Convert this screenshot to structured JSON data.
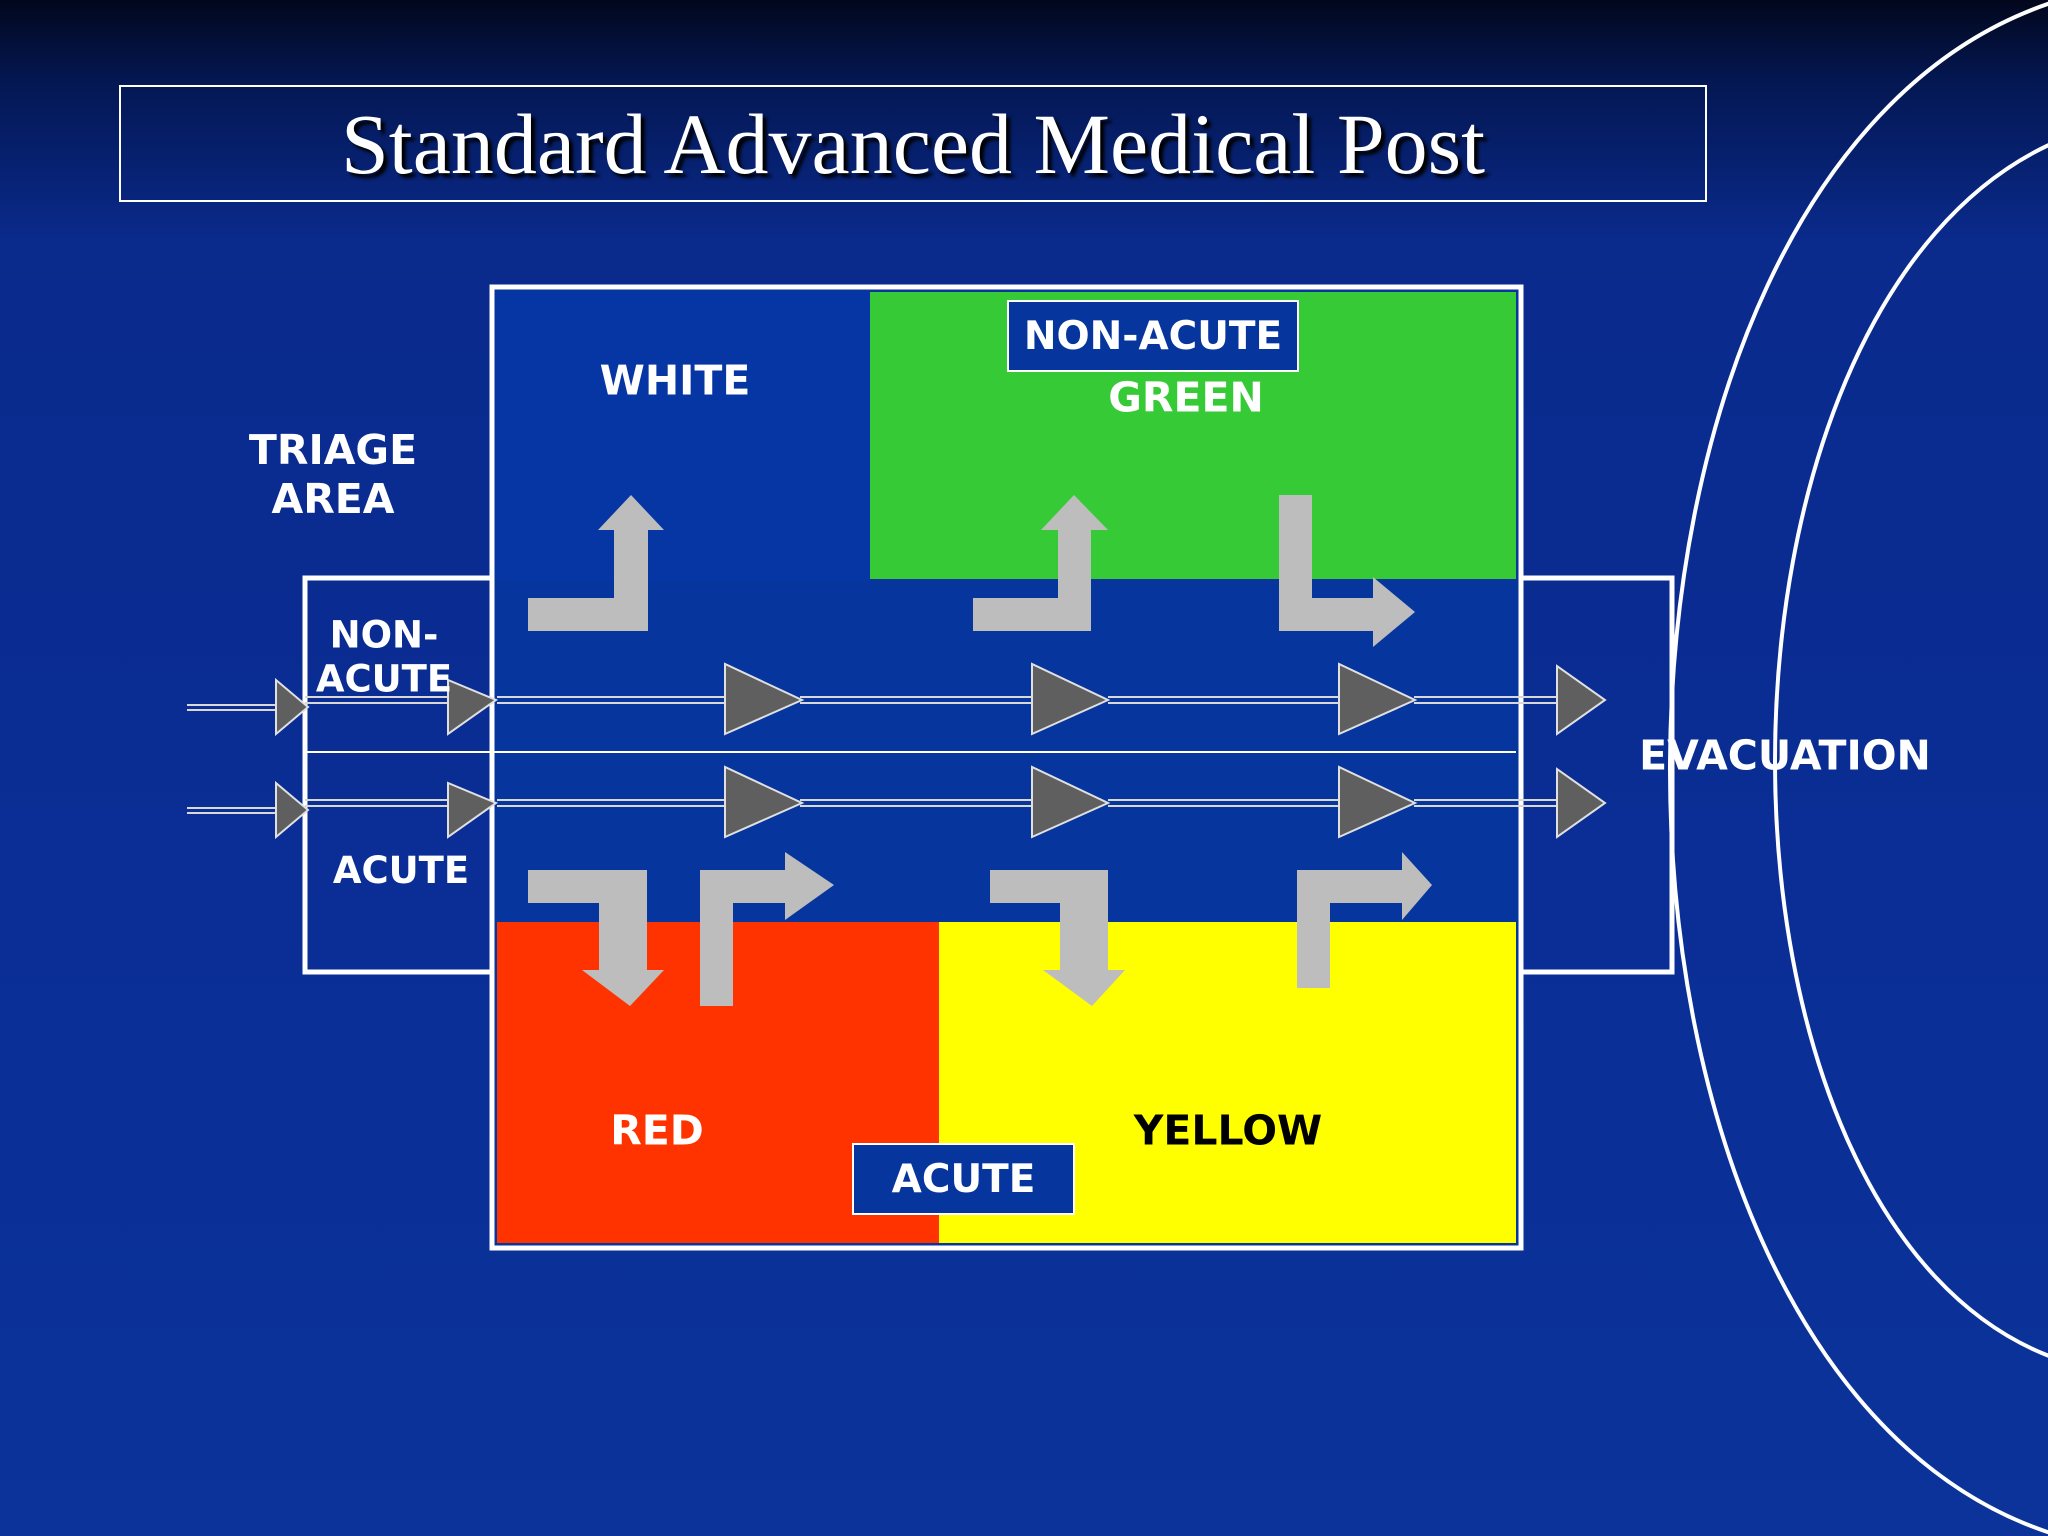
{
  "title": "Standard Advanced Medical Post",
  "triage": {
    "label_line1": "TRIAGE",
    "label_line2": "AREA"
  },
  "lanes": {
    "non_acute_line1": "NON-",
    "non_acute_line2": "ACUTE",
    "acute": "ACUTE"
  },
  "zones": {
    "white": "WHITE",
    "green": "GREEN",
    "red": "RED",
    "yellow": "YELLOW"
  },
  "boxes": {
    "non_acute": "NON-ACUTE",
    "acute": "ACUTE"
  },
  "evacuation": "EVACUATION",
  "colors": {
    "background": "#0a2e96",
    "green": "#36cb36",
    "red": "#ff3300",
    "yellow": "#ffff00",
    "corridor": "#06359e",
    "arrow_grey": "#bdbdbd",
    "triangle_grey": "#5f5f5f"
  }
}
